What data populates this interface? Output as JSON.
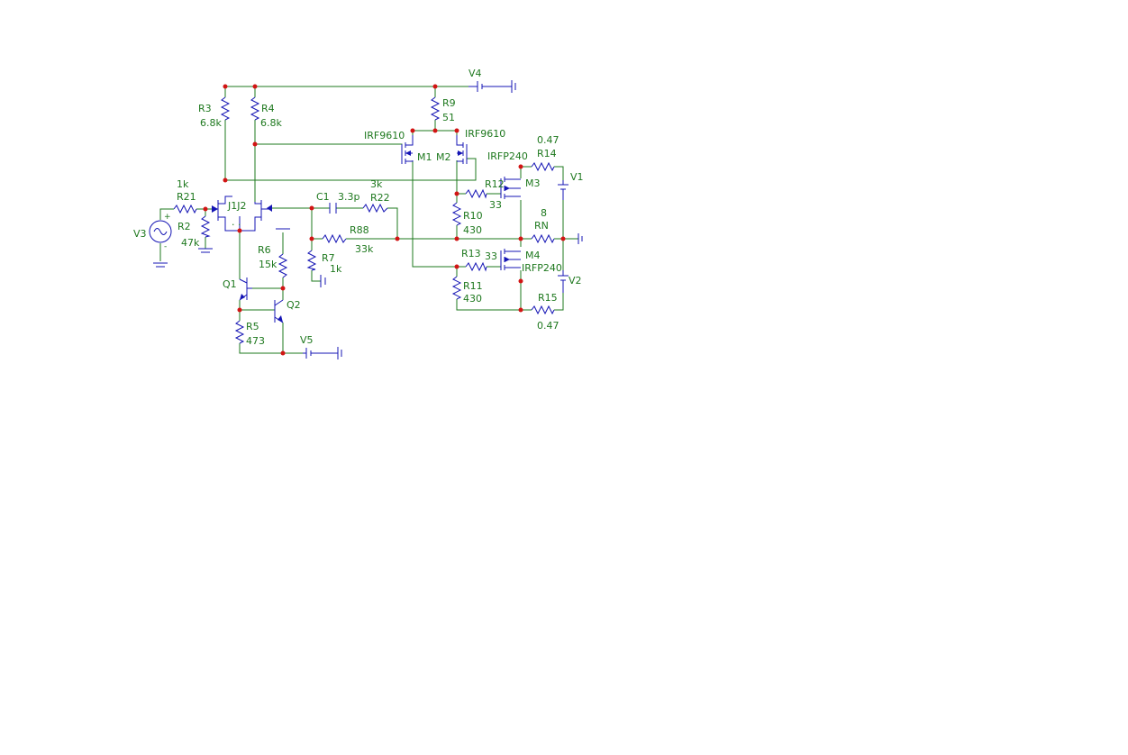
{
  "schematic": {
    "components": {
      "R3": {
        "name": "R3",
        "value": "6.8k"
      },
      "R4": {
        "name": "R4",
        "value": "6.8k"
      },
      "R9": {
        "name": "R9",
        "value": "51"
      },
      "V4": {
        "name": "V4"
      },
      "M1": {
        "name": "M1",
        "model": "IRF9610"
      },
      "M2": {
        "name": "M2",
        "model": "IRF9610"
      },
      "R14": {
        "name": "R14",
        "value": "0.47"
      },
      "V1": {
        "name": "V1"
      },
      "M3": {
        "name": "M3",
        "model": "IRFP240"
      },
      "R12": {
        "name": "R12",
        "value": "33"
      },
      "R21": {
        "name": "R21",
        "value": "1k"
      },
      "R2": {
        "name": "R2",
        "value": "47k"
      },
      "V3": {
        "name": "V3"
      },
      "J1J2": {
        "name": "J1J2"
      },
      "C1": {
        "name": "C1",
        "value": "3.3p"
      },
      "R22": {
        "name": "R22",
        "value": "3k"
      },
      "R10": {
        "name": "R10",
        "value": "430"
      },
      "RN": {
        "name": "RN",
        "value": "8"
      },
      "R88": {
        "name": "R88",
        "value": "33k"
      },
      "R7": {
        "name": "R7",
        "value": "1k"
      },
      "R6": {
        "name": "R6",
        "value": "15k"
      },
      "R13": {
        "name": "R13",
        "value": "33"
      },
      "M4": {
        "name": "M4",
        "model": "IRFP240"
      },
      "V2": {
        "name": "V2"
      },
      "R11": {
        "name": "R11",
        "value": "430"
      },
      "R15": {
        "name": "R15",
        "value": "0.47"
      },
      "Q1": {
        "name": "Q1"
      },
      "Q2": {
        "name": "Q2"
      },
      "R5": {
        "name": "R5",
        "value": "473"
      },
      "V5": {
        "name": "V5"
      }
    },
    "symbols": {
      "plus": "+",
      "minus": "-",
      "dots": ". ."
    },
    "colors": {
      "wire": "#1e781e",
      "component": "#1414b4",
      "junction": "#d21414",
      "label": "#1e781e"
    }
  }
}
